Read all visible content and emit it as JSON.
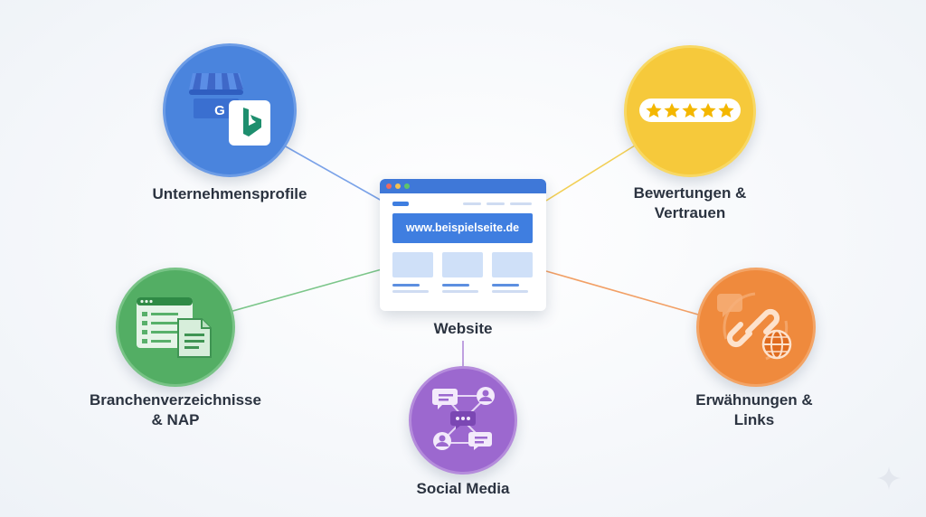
{
  "center": {
    "url": "www.beispielseite.de",
    "label": "Website"
  },
  "nodes": {
    "profiles": {
      "label": "Unternehmensprofile",
      "color": "#4a84dd",
      "icon": "google-bing-store-icon"
    },
    "reviews": {
      "label_line1": "Bewertungen &",
      "label_line2": "Vertrauen",
      "color": "#f6c93b",
      "icon": "five-star-rating-icon"
    },
    "directories": {
      "label_line1": "Branchenverzeichnisse",
      "label_line2": "& NAP",
      "color": "#53ae64",
      "icon": "directory-list-icon"
    },
    "mentions": {
      "label_line1": "Erwähnungen &",
      "label_line2": "Links",
      "color": "#ef8a3d",
      "icon": "link-globe-icon"
    },
    "social": {
      "label": "Social Media",
      "color": "#9c68cf",
      "icon": "social-network-icon"
    }
  },
  "colors": {
    "line_profiles": "#7aa2e8",
    "line_reviews": "#f2cf55",
    "line_directories": "#7cc68a",
    "line_mentions": "#f2a066",
    "line_social": "#b08ad8",
    "browser_bar": "#3f78d8"
  },
  "watermark_icon": "sparkle-icon"
}
